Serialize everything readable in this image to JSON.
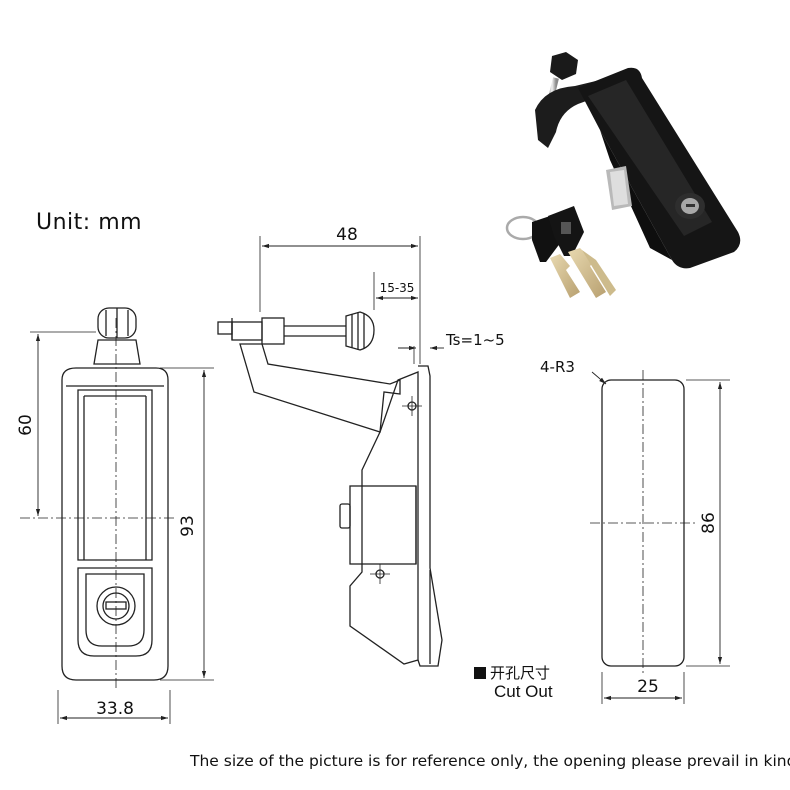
{
  "labels": {
    "unit": "Unit: mm",
    "disclaimer": "The size of the picture is for reference only, the opening please prevail in kind",
    "cutout_cn": "开孔尺寸",
    "cutout_en": "Cut Out"
  },
  "dimensions": {
    "front_height_upper": "60",
    "front_height_total": "93",
    "front_width": "33.8",
    "side_width": "48",
    "side_adjust": "15-35",
    "panel_thickness": "Ts=1~5",
    "corner_radius": "4-R3",
    "cutout_height": "86",
    "cutout_width": "25"
  },
  "icons": {
    "product_photo": "latch-with-keys-photo"
  },
  "colors": {
    "line": "#222222",
    "product": "#1b1b1b"
  }
}
